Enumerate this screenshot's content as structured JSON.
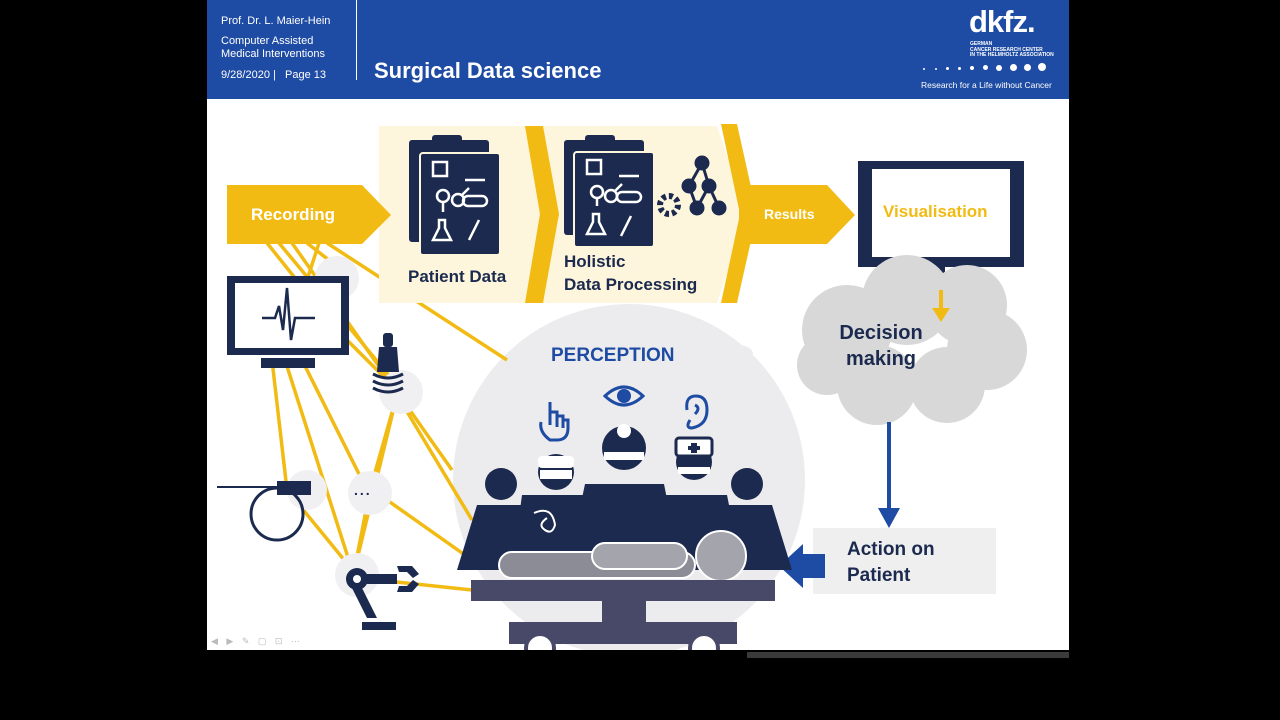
{
  "header": {
    "author": "Prof. Dr. L. Maier-Hein",
    "dept_line1": "Computer Assisted",
    "dept_line2": "Medical Interventions",
    "date": "9/28/2020 |",
    "page": "Page 13",
    "title": "Surgical Data science"
  },
  "logo": {
    "name": "dkfz.",
    "sub1": "GERMAN",
    "sub2": "CANCER RESEARCH CENTER",
    "sub3": "IN THE HELMHOLTZ ASSOCIATION",
    "tagline": "Research for a Life without Cancer"
  },
  "diagram": {
    "recording": "Recording",
    "patient_data": "Patient Data",
    "holistic_1": "Holistic",
    "holistic_2": "Data Processing",
    "results": "Results",
    "visualisation": "Visualisation",
    "decision_1": "Decision",
    "decision_2": "making",
    "perception": "PERCEPTION",
    "action_1": "Action on",
    "action_2": "Patient",
    "ellipsis": "..."
  },
  "colors": {
    "brand_blue": "#1e4ba3",
    "yellow": "#f2bb13",
    "navy": "#1b2a4e",
    "cream": "#fdf6dc",
    "cloud_gray": "#d8d8d8",
    "perception_gray": "#ececee",
    "arrow_blue": "#1e4ba3"
  },
  "icons": [
    "ecg-monitor-icon",
    "ultrasound-probe-icon",
    "endoscope-icon",
    "robot-arm-icon",
    "clipboard-icon",
    "gear-icon",
    "network-icon",
    "pointing-hand-icon",
    "eye-icon",
    "ear-icon",
    "surgeon-icon",
    "nurse-icon",
    "patient-icon",
    "operating-table-icon"
  ]
}
